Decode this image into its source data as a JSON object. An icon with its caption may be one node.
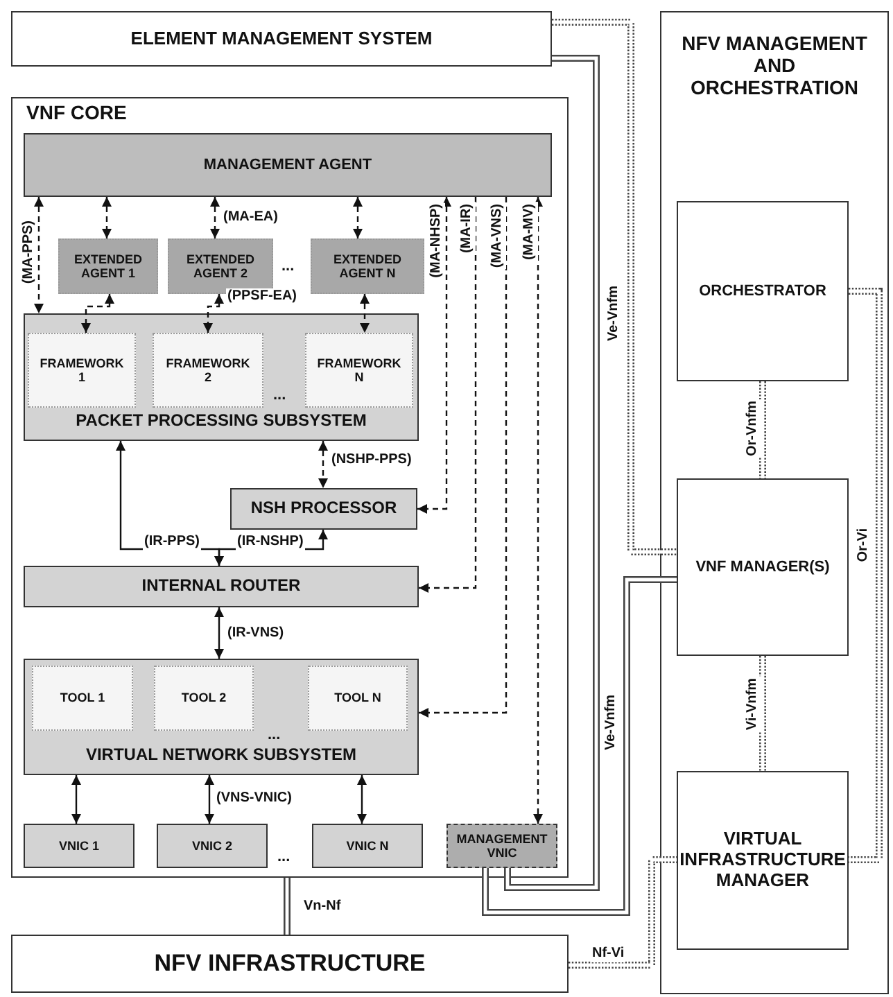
{
  "diagram": {
    "nodes": [
      {
        "text": [
          "ELEMENT MANAGEMENT SYSTEM"
        ]
      },
      {
        "text": [
          "VNF CORE"
        ]
      },
      {
        "text": [
          "MANAGEMENT AGENT"
        ],
        "in": 1
      },
      {
        "text": [
          "EXTENDED AGENT 1"
        ],
        "in": 1
      },
      {
        "text": [
          "EXTENDED AGENT 2"
        ],
        "in": 1
      },
      {
        "text": [
          "EXTENDED AGENT N"
        ],
        "in": 1
      },
      {
        "text": [
          "PACKET PROCESSING SUBSYSTEM"
        ],
        "in": 1
      },
      {
        "text": [
          "FRAMEWORK 1"
        ],
        "in": 6
      },
      {
        "text": [
          "FRAMEWORK 2"
        ],
        "in": 6
      },
      {
        "text": [
          "FRAMEWORK N"
        ],
        "in": 6
      },
      {
        "text": [
          "NSH PROCESSOR"
        ],
        "in": 1
      },
      {
        "text": [
          "INTERNAL ROUTER"
        ],
        "in": 1
      },
      {
        "text": [
          "VIRTUAL NETWORK SUBSYSTEM"
        ],
        "in": 1
      },
      {
        "text": [
          "TOOL 1"
        ],
        "in": 12
      },
      {
        "text": [
          "TOOL 2"
        ],
        "in": 12
      },
      {
        "text": [
          "TOOL N"
        ],
        "in": 12
      },
      {
        "text": [
          "VNIC 1"
        ],
        "in": 1
      },
      {
        "text": [
          "VNIC 2"
        ],
        "in": 1
      },
      {
        "text": [
          "VNIC N"
        ],
        "in": 1
      },
      {
        "text": [
          "MANAGEMENT VNIC"
        ],
        "in": 1
      },
      {
        "text": [
          "NFV INFRASTRUCTURE"
        ]
      },
      {
        "text": [
          "NFV MANAGEMENT AND ORCHESTRATION"
        ]
      },
      {
        "text": [
          "ORCHESTRATOR"
        ],
        "in": 21
      },
      {
        "text": [
          "VNF MANAGER(S)"
        ],
        "in": 21
      },
      {
        "text": [
          "VIRTUAL INFRASTRUCTURE MANAGER"
        ],
        "in": 21
      }
    ],
    "edges": [
      {
        "from": 2,
        "to": 6,
        "arrow": "both",
        "label": "(MA-PPS)",
        "style": "dashed"
      },
      {
        "from": 2,
        "to": 3,
        "arrow": "both",
        "style": "dashed"
      },
      {
        "from": 2,
        "to": 4,
        "arrow": "both",
        "label": "(MA-EA)",
        "style": "dashed"
      },
      {
        "from": 2,
        "to": 5,
        "arrow": "both",
        "style": "dashed"
      },
      {
        "from": 3,
        "to": 7,
        "arrow": "both",
        "style": "dashed"
      },
      {
        "from": 4,
        "to": 8,
        "arrow": "both",
        "label": "(PPSF-EA)",
        "style": "dashed"
      },
      {
        "from": 5,
        "to": 9,
        "arrow": "both",
        "style": "dashed"
      },
      {
        "from": 2,
        "to": 10,
        "arrow": "both",
        "label": "(MA-NHSP)",
        "style": "dashed"
      },
      {
        "from": 2,
        "to": 11,
        "arrow": "to",
        "label": "(MA-IR)",
        "style": "dashed"
      },
      {
        "from": 2,
        "to": 12,
        "arrow": "to",
        "label": "(MA-VNS)",
        "style": "dashed"
      },
      {
        "from": 2,
        "to": 19,
        "arrow": "both",
        "label": "(MA-MV)",
        "style": "dashed"
      },
      {
        "from": 6,
        "to": 10,
        "arrow": "both",
        "label": "(NSHP-PPS)",
        "style": "dashed"
      },
      {
        "from": 11,
        "to": 6,
        "arrow": "both",
        "label": "(IR-PPS)"
      },
      {
        "from": 11,
        "to": 10,
        "arrow": "both",
        "label": "(IR-NSHP)"
      },
      {
        "from": 11,
        "to": 12,
        "arrow": "both",
        "label": "(IR-VNS)"
      },
      {
        "from": 12,
        "to": 16,
        "arrow": "both"
      },
      {
        "from": 12,
        "to": 17,
        "arrow": "both",
        "label": "(VNS-VNIC)"
      },
      {
        "from": 12,
        "to": 18,
        "arrow": "both"
      },
      {
        "from": 1,
        "to": 20,
        "arrow": "none",
        "label": "Vn-Nf",
        "style": "thick"
      },
      {
        "from": 20,
        "to": 24,
        "arrow": "none",
        "label": "Nf-Vi",
        "style": "dashed"
      },
      {
        "from": 0,
        "to": 23,
        "arrow": "none",
        "label": "Ve-Vnfm",
        "style": "dashed"
      },
      {
        "from": 19,
        "to": 0,
        "arrow": "none",
        "style": "thick"
      },
      {
        "from": 19,
        "to": 23,
        "arrow": "none",
        "label": "Ve-Vnfm",
        "style": "thick"
      },
      {
        "from": 22,
        "to": 23,
        "arrow": "none",
        "label": "Or-Vnfm",
        "style": "dashed"
      },
      {
        "from": 23,
        "to": 24,
        "arrow": "none",
        "label": "Vi-Vnfm",
        "style": "dashed"
      },
      {
        "from": 22,
        "to": 24,
        "arrow": "none",
        "label": "Or-Vi",
        "style": "dashed"
      }
    ],
    "labels": [
      "...",
      "...",
      "...",
      "..."
    ]
  }
}
